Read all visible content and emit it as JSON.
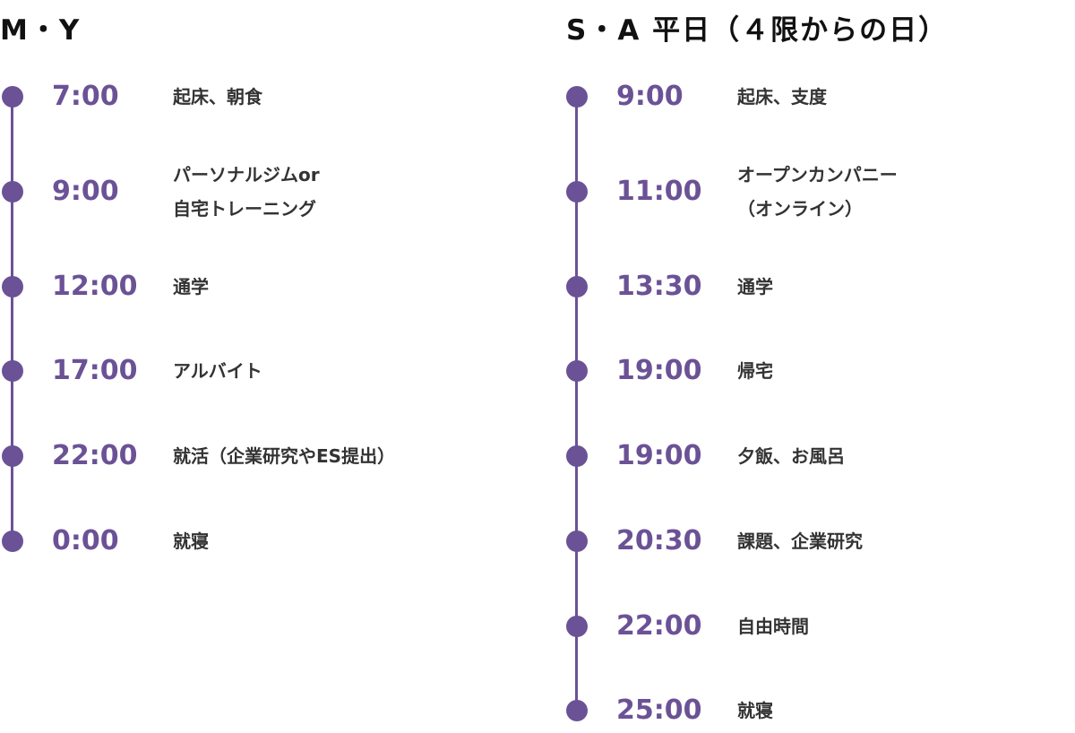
{
  "colors": {
    "accent": "#6b5296",
    "text": "#333333",
    "heading": "#111111"
  },
  "left": {
    "heading": "M・Y",
    "entries": [
      {
        "time": "7:00",
        "activity": "起床、朝食"
      },
      {
        "time": "9:00",
        "activity": "パーソナルジムor\n自宅トレーニング"
      },
      {
        "time": "12:00",
        "activity": "通学"
      },
      {
        "time": "17:00",
        "activity": "アルバイト"
      },
      {
        "time": "22:00",
        "activity": "就活（企業研究やES提出）"
      },
      {
        "time": "0:00",
        "activity": "就寝"
      }
    ]
  },
  "right": {
    "heading": "S・A 平日（４限からの日）",
    "entries": [
      {
        "time": "9:00",
        "activity": "起床、支度"
      },
      {
        "time": "11:00",
        "activity": "オープンカンパニー\n（オンライン）"
      },
      {
        "time": "13:30",
        "activity": "通学"
      },
      {
        "time": "19:00",
        "activity": "帰宅"
      },
      {
        "time": "19:00",
        "activity": "夕飯、お風呂"
      },
      {
        "time": "20:30",
        "activity": "課題、企業研究"
      },
      {
        "time": "22:00",
        "activity": "自由時間"
      },
      {
        "time": "25:00",
        "activity": "就寝"
      }
    ]
  }
}
